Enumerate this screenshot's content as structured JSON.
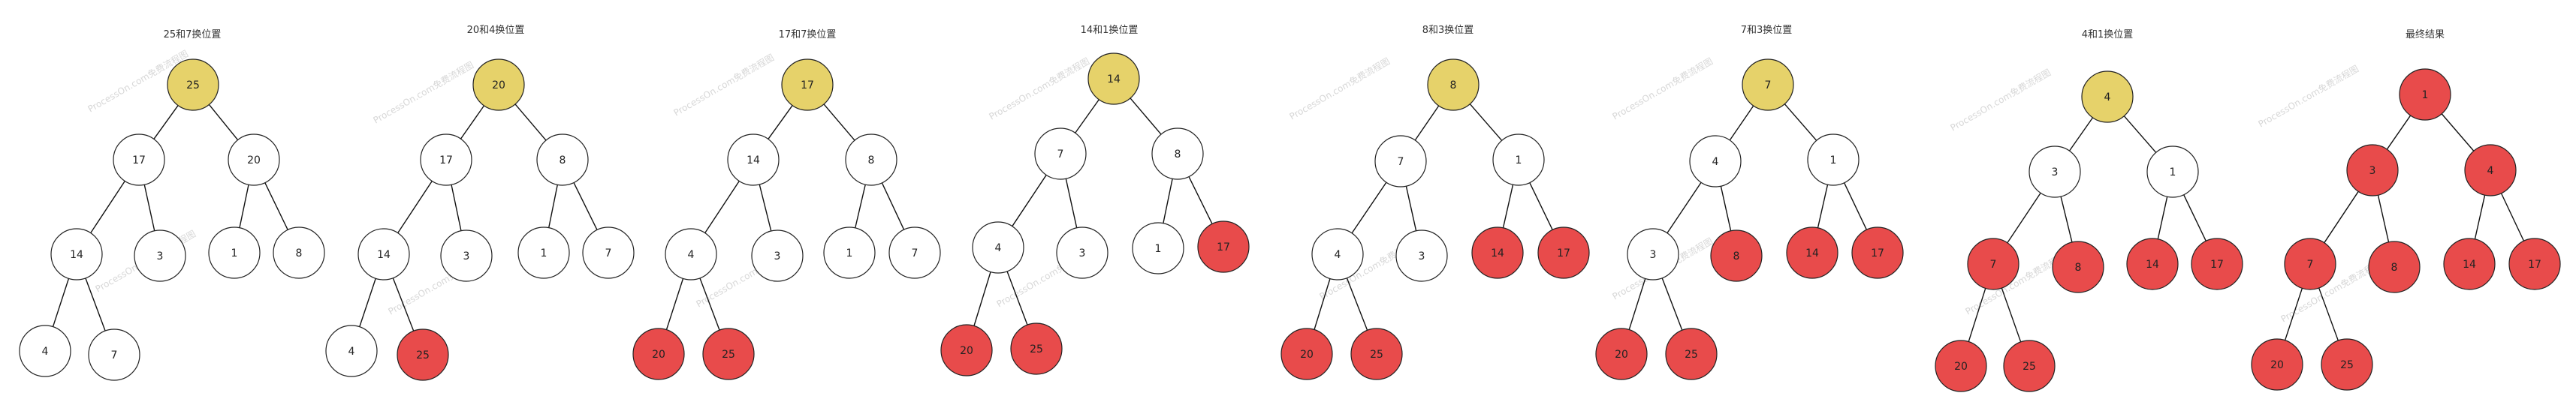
{
  "colors": {
    "pending": "#ffffff",
    "current": "#e6d26a",
    "sorted": "#e84b4b",
    "edge": "#111111"
  },
  "watermark": "ProcessOn.com免费流程图",
  "panels": [
    {
      "title": "25和7换位置",
      "nodes": [
        {
          "id": "a",
          "label": "25",
          "state": "current"
        },
        {
          "id": "b",
          "label": "17",
          "state": "pending"
        },
        {
          "id": "c",
          "label": "20",
          "state": "pending"
        },
        {
          "id": "d",
          "label": "14",
          "state": "pending"
        },
        {
          "id": "e",
          "label": "3",
          "state": "pending"
        },
        {
          "id": "f",
          "label": "1",
          "state": "pending"
        },
        {
          "id": "g",
          "label": "8",
          "state": "pending"
        },
        {
          "id": "h",
          "label": "4",
          "state": "pending"
        },
        {
          "id": "i",
          "label": "7",
          "state": "pending"
        }
      ],
      "edges": [
        [
          "a",
          "b"
        ],
        [
          "a",
          "c"
        ],
        [
          "b",
          "d"
        ],
        [
          "b",
          "e"
        ],
        [
          "c",
          "f"
        ],
        [
          "c",
          "g"
        ],
        [
          "d",
          "h"
        ],
        [
          "d",
          "i"
        ]
      ]
    },
    {
      "title": "20和4换位置",
      "nodes": [
        {
          "id": "a",
          "label": "20",
          "state": "current"
        },
        {
          "id": "b",
          "label": "17",
          "state": "pending"
        },
        {
          "id": "c",
          "label": "8",
          "state": "pending"
        },
        {
          "id": "d",
          "label": "14",
          "state": "pending"
        },
        {
          "id": "e",
          "label": "3",
          "state": "pending"
        },
        {
          "id": "f",
          "label": "1",
          "state": "pending"
        },
        {
          "id": "g",
          "label": "7",
          "state": "pending"
        },
        {
          "id": "h",
          "label": "4",
          "state": "pending"
        },
        {
          "id": "i",
          "label": "25",
          "state": "sorted"
        }
      ],
      "edges": [
        [
          "a",
          "b"
        ],
        [
          "a",
          "c"
        ],
        [
          "b",
          "d"
        ],
        [
          "b",
          "e"
        ],
        [
          "c",
          "f"
        ],
        [
          "c",
          "g"
        ],
        [
          "d",
          "h"
        ],
        [
          "d",
          "i"
        ]
      ]
    },
    {
      "title": "17和7换位置",
      "nodes": [
        {
          "id": "a",
          "label": "17",
          "state": "current"
        },
        {
          "id": "b",
          "label": "14",
          "state": "pending"
        },
        {
          "id": "c",
          "label": "8",
          "state": "pending"
        },
        {
          "id": "d",
          "label": "4",
          "state": "pending"
        },
        {
          "id": "e",
          "label": "3",
          "state": "pending"
        },
        {
          "id": "f",
          "label": "1",
          "state": "pending"
        },
        {
          "id": "g",
          "label": "7",
          "state": "pending"
        },
        {
          "id": "h",
          "label": "20",
          "state": "sorted"
        },
        {
          "id": "i",
          "label": "25",
          "state": "sorted"
        }
      ],
      "edges": [
        [
          "a",
          "b"
        ],
        [
          "a",
          "c"
        ],
        [
          "b",
          "d"
        ],
        [
          "b",
          "e"
        ],
        [
          "c",
          "f"
        ],
        [
          "c",
          "g"
        ],
        [
          "d",
          "h"
        ],
        [
          "d",
          "i"
        ]
      ]
    },
    {
      "title": "14和1换位置",
      "nodes": [
        {
          "id": "a",
          "label": "14",
          "state": "current"
        },
        {
          "id": "b",
          "label": "7",
          "state": "pending"
        },
        {
          "id": "c",
          "label": "8",
          "state": "pending"
        },
        {
          "id": "d",
          "label": "4",
          "state": "pending"
        },
        {
          "id": "e",
          "label": "3",
          "state": "pending"
        },
        {
          "id": "f",
          "label": "1",
          "state": "pending"
        },
        {
          "id": "g",
          "label": "17",
          "state": "sorted"
        },
        {
          "id": "h",
          "label": "20",
          "state": "sorted"
        },
        {
          "id": "i",
          "label": "25",
          "state": "sorted"
        }
      ],
      "edges": [
        [
          "a",
          "b"
        ],
        [
          "a",
          "c"
        ],
        [
          "b",
          "d"
        ],
        [
          "b",
          "e"
        ],
        [
          "c",
          "f"
        ],
        [
          "c",
          "g"
        ],
        [
          "d",
          "h"
        ],
        [
          "d",
          "i"
        ]
      ]
    },
    {
      "title": "8和3换位置",
      "nodes": [
        {
          "id": "a",
          "label": "8",
          "state": "current"
        },
        {
          "id": "b",
          "label": "7",
          "state": "pending"
        },
        {
          "id": "c",
          "label": "1",
          "state": "pending"
        },
        {
          "id": "d",
          "label": "4",
          "state": "pending"
        },
        {
          "id": "e",
          "label": "3",
          "state": "pending"
        },
        {
          "id": "f",
          "label": "14",
          "state": "sorted"
        },
        {
          "id": "g",
          "label": "17",
          "state": "sorted"
        },
        {
          "id": "h",
          "label": "20",
          "state": "sorted"
        },
        {
          "id": "i",
          "label": "25",
          "state": "sorted"
        }
      ],
      "edges": [
        [
          "a",
          "b"
        ],
        [
          "a",
          "c"
        ],
        [
          "b",
          "d"
        ],
        [
          "b",
          "e"
        ],
        [
          "c",
          "f"
        ],
        [
          "c",
          "g"
        ],
        [
          "d",
          "h"
        ],
        [
          "d",
          "i"
        ]
      ]
    },
    {
      "title": "7和3换位置",
      "nodes": [
        {
          "id": "a",
          "label": "7",
          "state": "current"
        },
        {
          "id": "b",
          "label": "4",
          "state": "pending"
        },
        {
          "id": "c",
          "label": "1",
          "state": "pending"
        },
        {
          "id": "d",
          "label": "3",
          "state": "pending"
        },
        {
          "id": "e",
          "label": "8",
          "state": "sorted"
        },
        {
          "id": "f",
          "label": "14",
          "state": "sorted"
        },
        {
          "id": "g",
          "label": "17",
          "state": "sorted"
        },
        {
          "id": "h",
          "label": "20",
          "state": "sorted"
        },
        {
          "id": "i",
          "label": "25",
          "state": "sorted"
        }
      ],
      "edges": [
        [
          "a",
          "b"
        ],
        [
          "a",
          "c"
        ],
        [
          "b",
          "d"
        ],
        [
          "b",
          "e"
        ],
        [
          "c",
          "f"
        ],
        [
          "c",
          "g"
        ],
        [
          "d",
          "h"
        ],
        [
          "d",
          "i"
        ]
      ]
    },
    {
      "title": "4和1换位置",
      "nodes": [
        {
          "id": "a",
          "label": "4",
          "state": "current"
        },
        {
          "id": "b",
          "label": "3",
          "state": "pending"
        },
        {
          "id": "c",
          "label": "1",
          "state": "pending"
        },
        {
          "id": "d",
          "label": "7",
          "state": "sorted"
        },
        {
          "id": "e",
          "label": "8",
          "state": "sorted"
        },
        {
          "id": "f",
          "label": "14",
          "state": "sorted"
        },
        {
          "id": "g",
          "label": "17",
          "state": "sorted"
        },
        {
          "id": "h",
          "label": "20",
          "state": "sorted"
        },
        {
          "id": "i",
          "label": "25",
          "state": "sorted"
        }
      ],
      "edges": [
        [
          "a",
          "b"
        ],
        [
          "a",
          "c"
        ],
        [
          "b",
          "d"
        ],
        [
          "b",
          "e"
        ],
        [
          "c",
          "f"
        ],
        [
          "c",
          "g"
        ],
        [
          "d",
          "h"
        ],
        [
          "d",
          "i"
        ]
      ]
    },
    {
      "title": "最终结果",
      "nodes": [
        {
          "id": "a",
          "label": "1",
          "state": "sorted"
        },
        {
          "id": "b",
          "label": "3",
          "state": "sorted"
        },
        {
          "id": "c",
          "label": "4",
          "state": "sorted"
        },
        {
          "id": "d",
          "label": "7",
          "state": "sorted"
        },
        {
          "id": "e",
          "label": "8",
          "state": "sorted"
        },
        {
          "id": "f",
          "label": "14",
          "state": "sorted"
        },
        {
          "id": "g",
          "label": "17",
          "state": "sorted"
        },
        {
          "id": "h",
          "label": "20",
          "state": "sorted"
        },
        {
          "id": "i",
          "label": "25",
          "state": "sorted"
        }
      ],
      "edges": [
        [
          "a",
          "b"
        ],
        [
          "a",
          "c"
        ],
        [
          "b",
          "d"
        ],
        [
          "b",
          "e"
        ],
        [
          "c",
          "f"
        ],
        [
          "c",
          "g"
        ],
        [
          "d",
          "h"
        ],
        [
          "d",
          "i"
        ]
      ]
    }
  ]
}
